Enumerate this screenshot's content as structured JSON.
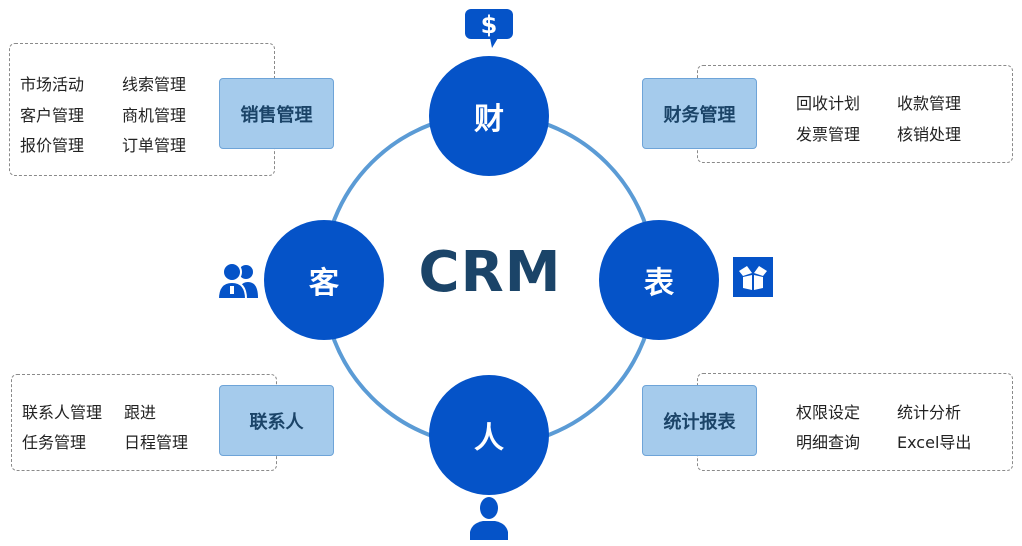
{
  "center": {
    "title": "CRM"
  },
  "colors": {
    "node": "#0553c8",
    "ring": "#5b9bd5",
    "label_bg": "#a5cbec",
    "label_text": "#1b4468",
    "title": "#1b4468"
  },
  "nodes": {
    "top": {
      "label": "财",
      "icon": "dollar-chat-icon"
    },
    "left": {
      "label": "客",
      "icon": "users-icon"
    },
    "right": {
      "label": "表",
      "icon": "open-box-icon"
    },
    "bottom": {
      "label": "人",
      "icon": "person-icon"
    }
  },
  "groups": {
    "sales": {
      "title": "销售管理",
      "items": [
        "市场活动",
        "线索管理",
        "客户管理",
        "商机管理",
        "报价管理",
        "订单管理"
      ]
    },
    "finance": {
      "title": "财务管理",
      "items": [
        "回收计划",
        "收款管理",
        "发票管理",
        "核销处理"
      ]
    },
    "contacts": {
      "title": "联系人",
      "items": [
        "联系人管理",
        "跟进",
        "任务管理",
        "日程管理"
      ]
    },
    "reports": {
      "title": "统计报表",
      "items": [
        "权限设定",
        "统计分析",
        "明细查询",
        "Excel导出"
      ]
    }
  }
}
